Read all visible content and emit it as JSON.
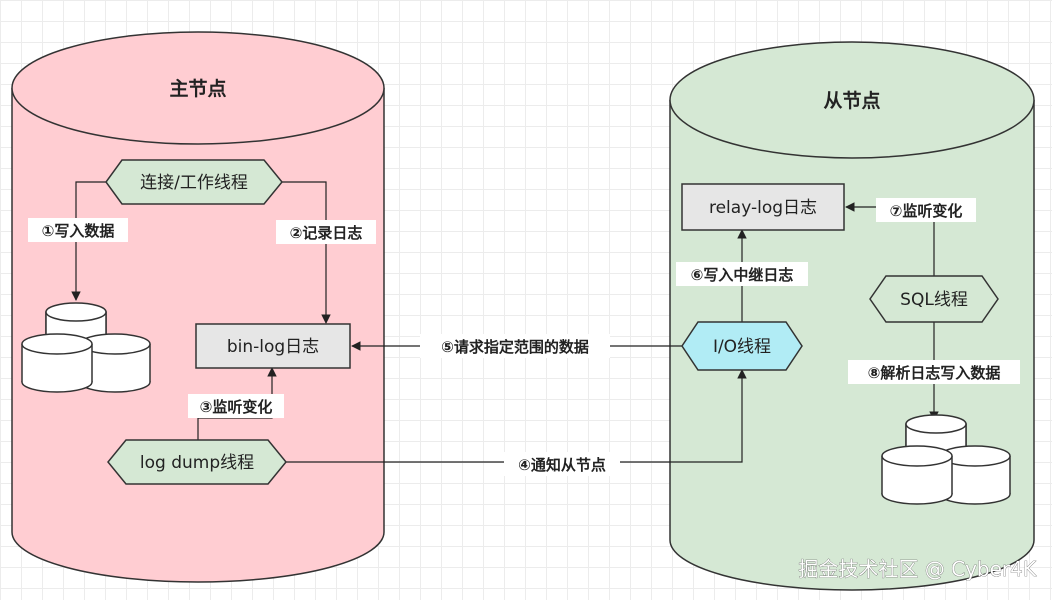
{
  "colors": {
    "master_fill": "#ffcdd2",
    "slave_fill": "#d5e8d4",
    "thread_green": "#d5e8d4",
    "thread_cyan": "#b1ecf5",
    "log_box": "#e6e6e6"
  },
  "master": {
    "title": "主节点",
    "conn_thread": "连接/工作线程",
    "binlog": "bin-log日志",
    "dump_thread": "log dump线程",
    "db_icon": "database-icon"
  },
  "slave": {
    "title": "从节点",
    "relaylog": "relay-log日志",
    "sql_thread": "SQL线程",
    "io_thread": "I/O线程",
    "db_icon": "database-icon"
  },
  "steps": {
    "s1": "①写入数据",
    "s2": "②记录日志",
    "s3": "③监听变化",
    "s4": "④通知从节点",
    "s5": "⑤请求指定范围的数据",
    "s6": "⑥写入中继日志",
    "s7": "⑦监听变化",
    "s8": "⑧解析日志写入数据"
  },
  "watermark": "掘金技术社区 @ Cyber4K"
}
